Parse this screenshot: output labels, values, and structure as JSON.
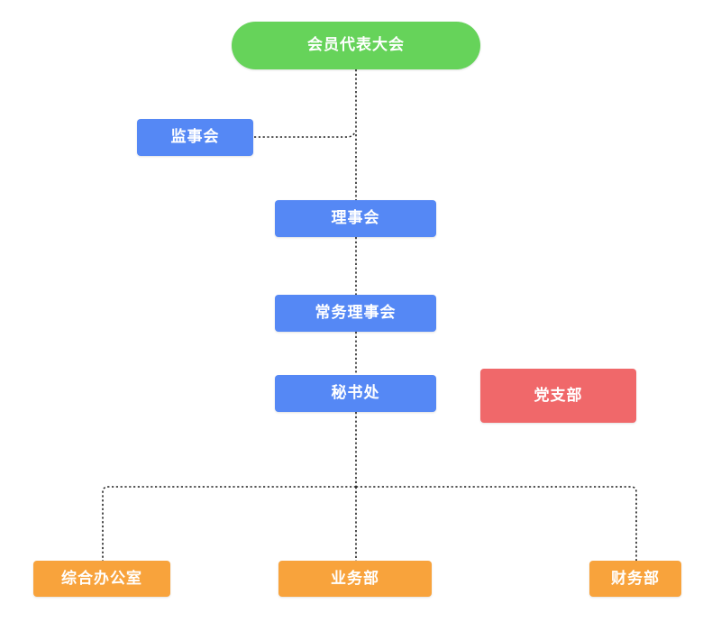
{
  "colors": {
    "top_level": "#66d35a",
    "governance": "#5588f5",
    "party": "#f0686a",
    "departments": "#f8a33c",
    "connector": "#222222"
  },
  "nodes": {
    "assembly": "会员代表大会",
    "supervisory_board": "监事会",
    "council": "理事会",
    "standing_council": "常务理事会",
    "secretariat": "秘书处",
    "party_branch": "党支部",
    "general_office": "综合办公室",
    "business_dept": "业务部",
    "finance_dept": "财务部"
  }
}
